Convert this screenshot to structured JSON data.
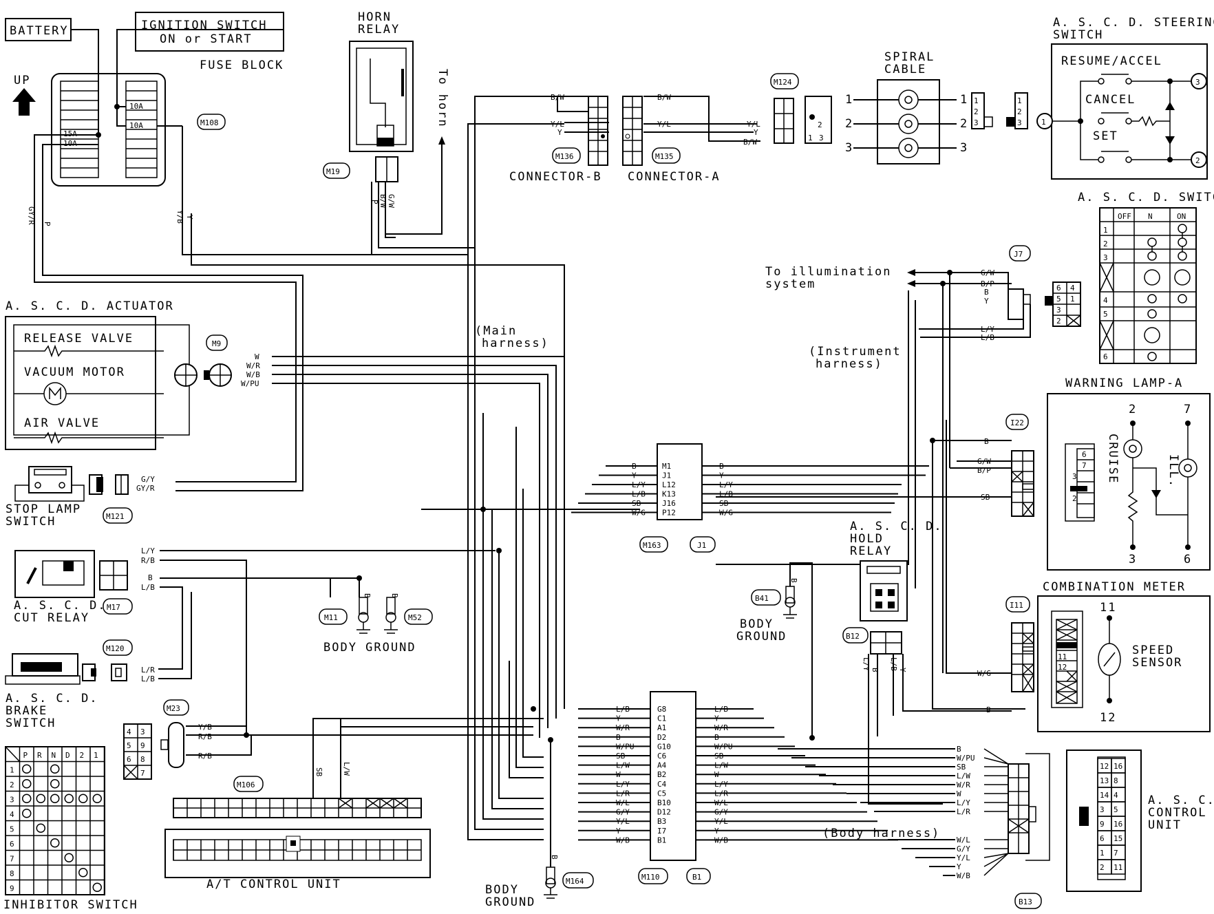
{
  "power": {
    "battery": "BATTERY",
    "ignition_l1": "IGNITION SWITCH",
    "ignition_l2": "ON or START",
    "fuse_block": "FUSE BLOCK",
    "up": "UP",
    "fuse_15a": "15A",
    "fuse_10a": "10A",
    "fuse_10a_b": "10A",
    "fuse_10a_c": "10A",
    "m108": "M108",
    "w_p": "P",
    "w_gyr": "GY/R",
    "w_y": "Y",
    "w_yb": "Y/B"
  },
  "horn": {
    "title_l1": "HORN",
    "title_l2": "RELAY",
    "to_horn": "To horn",
    "m19": "M19",
    "w1": "G/W",
    "w2": "B/W",
    "w3": "P"
  },
  "connectors": {
    "m136": "M136",
    "m135": "M135",
    "connector_b": "CONNECTOR-B",
    "connector_a": "CONNECTOR-A",
    "m124": "M124",
    "bw": "B/W",
    "yl": "Y/L",
    "y": "Y"
  },
  "spiral": {
    "title_l1": "SPIRAL",
    "title_l2": "CABLE",
    "n1": "1",
    "n2": "2",
    "n3": "3"
  },
  "steering": {
    "title_l1": "A. S. C. D.  STEERING",
    "title_l2": "SWITCH",
    "resume": "RESUME/ACCEL",
    "cancel": "CANCEL",
    "set": "SET",
    "t1": "1",
    "t2": "2",
    "t3": "3"
  },
  "asw": {
    "title": "A. S. C. D.  SWITCH",
    "cols": [
      "OFF",
      "N",
      "ON"
    ],
    "rows": [
      "1",
      "2",
      "3",
      "",
      "4",
      "5",
      "",
      "6"
    ]
  },
  "illum": {
    "l1": "To illumination",
    "l2": "system",
    "j7": "J7",
    "gw": "G/W",
    "bp": "B/P",
    "b": "B",
    "y": "Y",
    "ly": "L/Y",
    "lb": "L/B",
    "pins": [
      "6",
      "4",
      "5",
      "1",
      "3",
      "2"
    ]
  },
  "harness": {
    "main_l1": "(Main",
    "main_l2": "harness)",
    "instr_l1": "(Instrument",
    "instr_l2": "harness)",
    "body": "(Body harness)"
  },
  "actuator": {
    "title": "A. S. C. D.  ACTUATOR",
    "release": "RELEASE VALVE",
    "vacuum": "VACUUM MOTOR",
    "air": "AIR VALVE",
    "m9": "M9",
    "wires": [
      "W",
      "W/R",
      "W/B",
      "W/PU"
    ]
  },
  "warning": {
    "title": "WARNING LAMP-A",
    "cruise": "CRUISE",
    "ill": "ILL.",
    "p2": "2",
    "p7": "7",
    "p3": "3",
    "p6": "6",
    "pins": [
      "6",
      "7",
      "3",
      "",
      "2"
    ]
  },
  "stoplamp": {
    "l1": "STOP LAMP",
    "l2": "SWITCH",
    "m121": "M121",
    "w1": "G/Y",
    "w2": "GY/R"
  },
  "j1block": {
    "m163": "M163",
    "j1": "J1",
    "left": [
      "B",
      "Y",
      "L/Y",
      "L/B",
      "SB",
      "W/G"
    ],
    "mid": [
      "M1",
      "J1",
      "L12",
      "K13",
      "J16",
      "P12"
    ],
    "right": [
      "B",
      "Y",
      "L/Y",
      "L/B",
      "SB",
      "W/G"
    ]
  },
  "i22": {
    "label": "I22",
    "b": "B",
    "gw": "G/W",
    "bp": "B/P",
    "sb": "SB"
  },
  "cutrelay": {
    "l1": "A. S. C. D.",
    "l2": "CUT RELAY",
    "m17": "M17",
    "ly": "L/Y",
    "rb": "R/B",
    "b": "B",
    "lb": "L/B"
  },
  "grounds": {
    "m11": "M11",
    "m52": "M52",
    "body_ground": "BODY GROUND",
    "b": "B",
    "b41": "B41",
    "bg_l1": "BODY",
    "bg_l2": "GROUND",
    "m164": "M164",
    "bg2_l1": "BODY",
    "bg2_l2": "GROUND"
  },
  "holdrelay": {
    "l1": "A. S. C. D.",
    "l2": "HOLD",
    "l3": "RELAY",
    "b12": "B12",
    "ly": "L/Y",
    "b": "B",
    "lb": "L/B",
    "y": "Y"
  },
  "meter": {
    "title": "COMBINATION METER",
    "i11": "I11",
    "speed_l1": "SPEED",
    "speed_l2": "SENSOR",
    "p11": "11",
    "p12": "12",
    "wg": "W/G",
    "b": "B",
    "pins": [
      "11",
      "12"
    ]
  },
  "brake": {
    "l1": "A. S. C. D.",
    "l2": "BRAKE",
    "l3": "SWITCH",
    "m120": "M120",
    "lr": "L/R",
    "lb": "L/B"
  },
  "inhibitor": {
    "m23": "M23",
    "yb": "Y/B",
    "rb": "R/B",
    "rb2": "R/B",
    "title": "INHIBITOR SWITCH",
    "pins": [
      "4",
      "3",
      "5",
      "9",
      "6",
      "8",
      "",
      "7"
    ],
    "cols": [
      "P",
      "R",
      "N",
      "D",
      "2",
      "1"
    ],
    "rows": [
      "1",
      "2",
      "3",
      "4",
      "5",
      "6",
      "7",
      "8",
      "9"
    ]
  },
  "atcu": {
    "m106": "M106",
    "sb": "SB",
    "lw": "L/W",
    "title": "A/T CONTROL UNIT"
  },
  "b1block": {
    "m110": "M110",
    "b1": "B1",
    "left": [
      "L/B",
      "Y",
      "W/R",
      "B",
      "W/PU",
      "SB",
      "L/W",
      "W",
      "L/Y",
      "L/R",
      "W/L",
      "G/Y",
      "Y/L",
      "Y",
      "W/B"
    ],
    "mid": [
      "G8",
      "C1",
      "A1",
      "D2",
      "G10",
      "C6",
      "A4",
      "B2",
      "C4",
      "C5",
      "B10",
      "D12",
      "B3",
      "I7",
      "B1"
    ],
    "right": [
      "L/B",
      "Y",
      "W/R",
      "B",
      "W/PU",
      "SB",
      "L/W",
      "W",
      "L/Y",
      "L/R",
      "W/L",
      "G/Y",
      "Y/L",
      "Y",
      "W/B"
    ]
  },
  "b13": {
    "label": "B13",
    "wires": [
      "B",
      "W/PU",
      "SB",
      "L/W",
      "W/R",
      "W",
      "L/Y",
      "L/R",
      "W/L",
      "G/Y",
      "Y/L",
      "Y",
      "W/B"
    ]
  },
  "cu": {
    "l1": "A. S. C. D.",
    "l2": "CONTROL",
    "l3": "UNIT",
    "pins": [
      "12",
      "16",
      "13",
      "8",
      "14",
      "4",
      "3",
      "5",
      "9",
      "16",
      "6",
      "15",
      "1",
      "7",
      "2",
      "11"
    ]
  }
}
